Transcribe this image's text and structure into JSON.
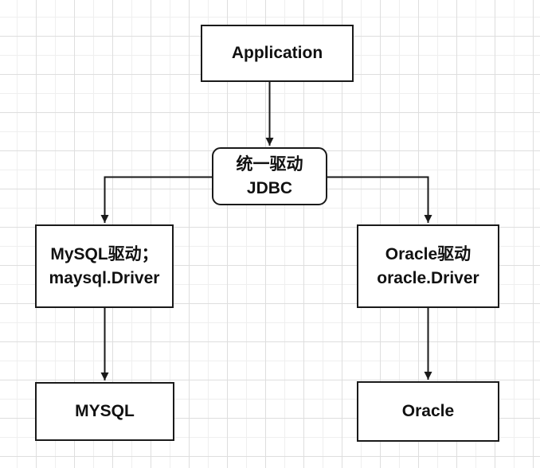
{
  "diagram": {
    "title": "JDBC driver architecture flowchart",
    "nodes": {
      "application": {
        "label": "Application",
        "shape": "rectangle"
      },
      "jdbc": {
        "line1": "统一驱动",
        "line2": "JDBC",
        "shape": "rounded-rectangle"
      },
      "mysql_driver": {
        "line1": "MySQL驱动；",
        "line2": "maysql.Driver",
        "shape": "rectangle"
      },
      "oracle_driver": {
        "line1": "Oracle驱动",
        "line2": "oracle.Driver",
        "shape": "rectangle"
      },
      "mysql_db": {
        "label": "MYSQL",
        "shape": "rectangle"
      },
      "oracle_db": {
        "label": "Oracle",
        "shape": "rectangle"
      }
    },
    "edges": [
      {
        "from": "application",
        "to": "jdbc",
        "arrow": "end"
      },
      {
        "from": "jdbc",
        "to": "mysql_driver",
        "arrow": "end"
      },
      {
        "from": "jdbc",
        "to": "oracle_driver",
        "arrow": "end"
      },
      {
        "from": "mysql_driver",
        "to": "mysql_db",
        "arrow": "end"
      },
      {
        "from": "oracle_driver",
        "to": "oracle_db",
        "arrow": "end"
      }
    ],
    "colors": {
      "node_fill": "#ffffff",
      "node_border": "#1a1a1a",
      "text": "#111111",
      "connector": "#1a1a1a",
      "grid_minor": "#efefef",
      "grid_major": "#dedede",
      "background": "#ffffff"
    }
  }
}
